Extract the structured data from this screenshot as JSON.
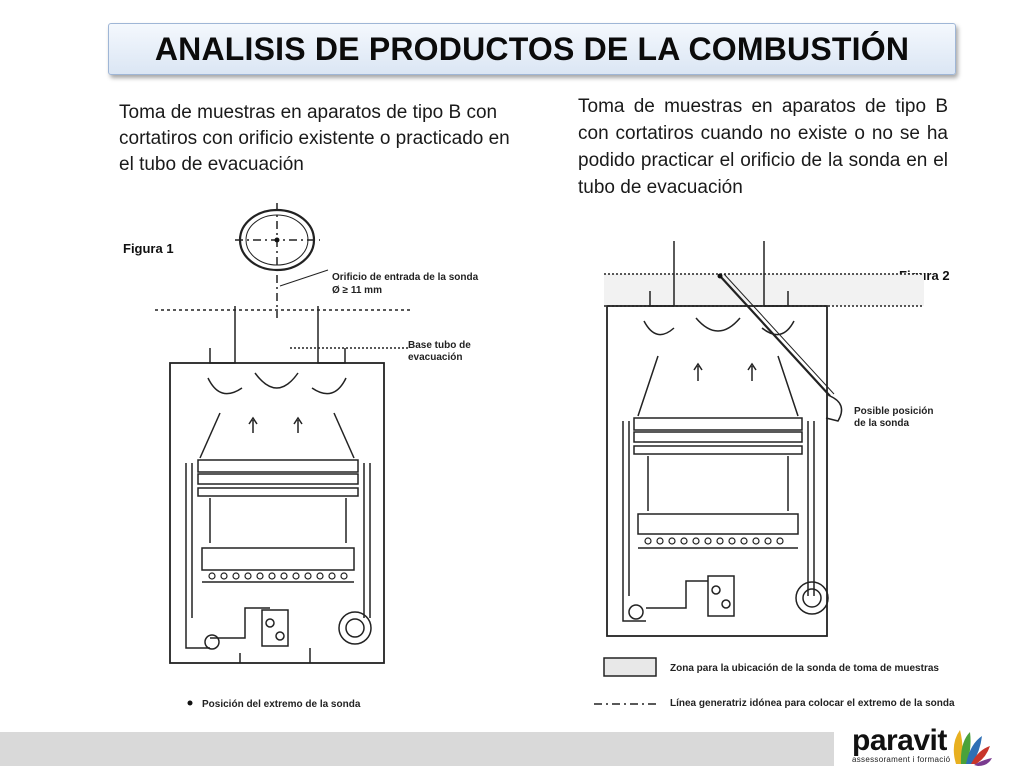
{
  "title": "ANALISIS DE PRODUCTOS DE LA COMBUSTIÓN",
  "left_text": "Toma de muestras en aparatos de tipo B con cortatiros con orificio existente o practicado en el tubo de evacuación",
  "right_text": "Toma de muestras en aparatos de tipo B con cortatiros cuando no existe o no se ha podido practicar el orificio de la sonda en el tubo de evacuación",
  "figure1": {
    "label": "Figura 1",
    "callout_orifice_line1": "Orificio de entrada de la sonda",
    "callout_orifice_line2": "Ø ≥ 11 mm",
    "callout_base_line1": "Base tubo de",
    "callout_base_line2": "evacuación",
    "legend": "Posición del extremo de la sonda"
  },
  "figure2": {
    "label": "Figura 2",
    "callout_probe_line1": "Posible posición",
    "callout_probe_line2": "de la sonda",
    "legend_zone": "Zona para la ubicación de la sonda de toma de muestras",
    "legend_line": "Línea generatriz idónea para colocar el extremo de la sonda"
  },
  "logo": {
    "name": "paravit",
    "subtitle": "assessorament i formació",
    "colors": [
      "#e8b020",
      "#4aa23a",
      "#2e6fb5",
      "#c8352b",
      "#7a3b8f"
    ]
  }
}
